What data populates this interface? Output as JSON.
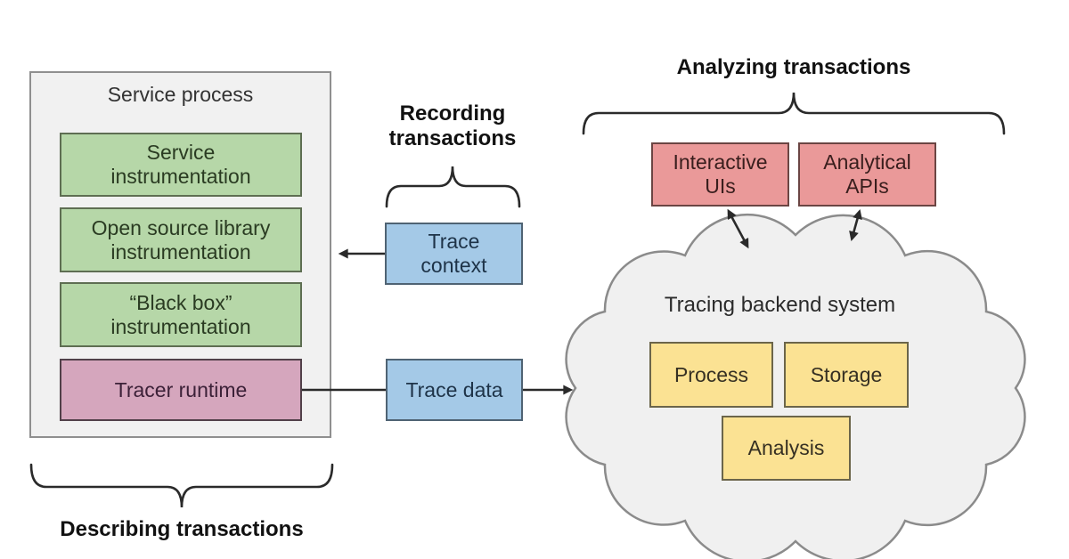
{
  "diagram": {
    "background": "#ffffff",
    "left": {
      "panel_title": "Service process",
      "instrumentation_boxes": [
        {
          "line1": "Service",
          "line2": "instrumentation"
        },
        {
          "line1": "Open source library",
          "line2": "instrumentation"
        },
        {
          "line1": "“Black box”",
          "line2": "instrumentation"
        }
      ],
      "runtime_box": {
        "label": "Tracer runtime"
      },
      "section_label": "Describing transactions"
    },
    "middle": {
      "section_label_line1": "Recording",
      "section_label_line2": "transactions",
      "trace_context_box": {
        "line1": "Trace",
        "line2": "context"
      },
      "trace_data_box": {
        "label": "Trace data"
      }
    },
    "right": {
      "section_label": "Analyzing transactions",
      "client_boxes": [
        {
          "line1": "Interactive",
          "line2": "UIs"
        },
        {
          "line1": "Analytical",
          "line2": "APIs"
        }
      ],
      "cloud": {
        "title": "Tracing backend system",
        "component_boxes": [
          {
            "label": "Process"
          },
          {
            "label": "Storage"
          },
          {
            "label": "Analysis"
          }
        ]
      }
    },
    "colors": {
      "green_fill": "#b6d7a8",
      "green_border": "#5e6e52",
      "pink_fill": "#d5a6bd",
      "pink_border": "#514049",
      "blue_fill": "#a4c9e7",
      "blue_border": "#4f6373",
      "red_fill": "#ea9999",
      "red_border": "#6b4543",
      "yellow_fill": "#fbe293",
      "yellow_border": "#6b654a",
      "panel_fill": "#f1f1f1",
      "panel_border": "#8f8f8f",
      "cloud_fill": "#f0f0f0",
      "cloud_border": "#8b8b8b",
      "line_color": "#2a2a2a"
    }
  }
}
